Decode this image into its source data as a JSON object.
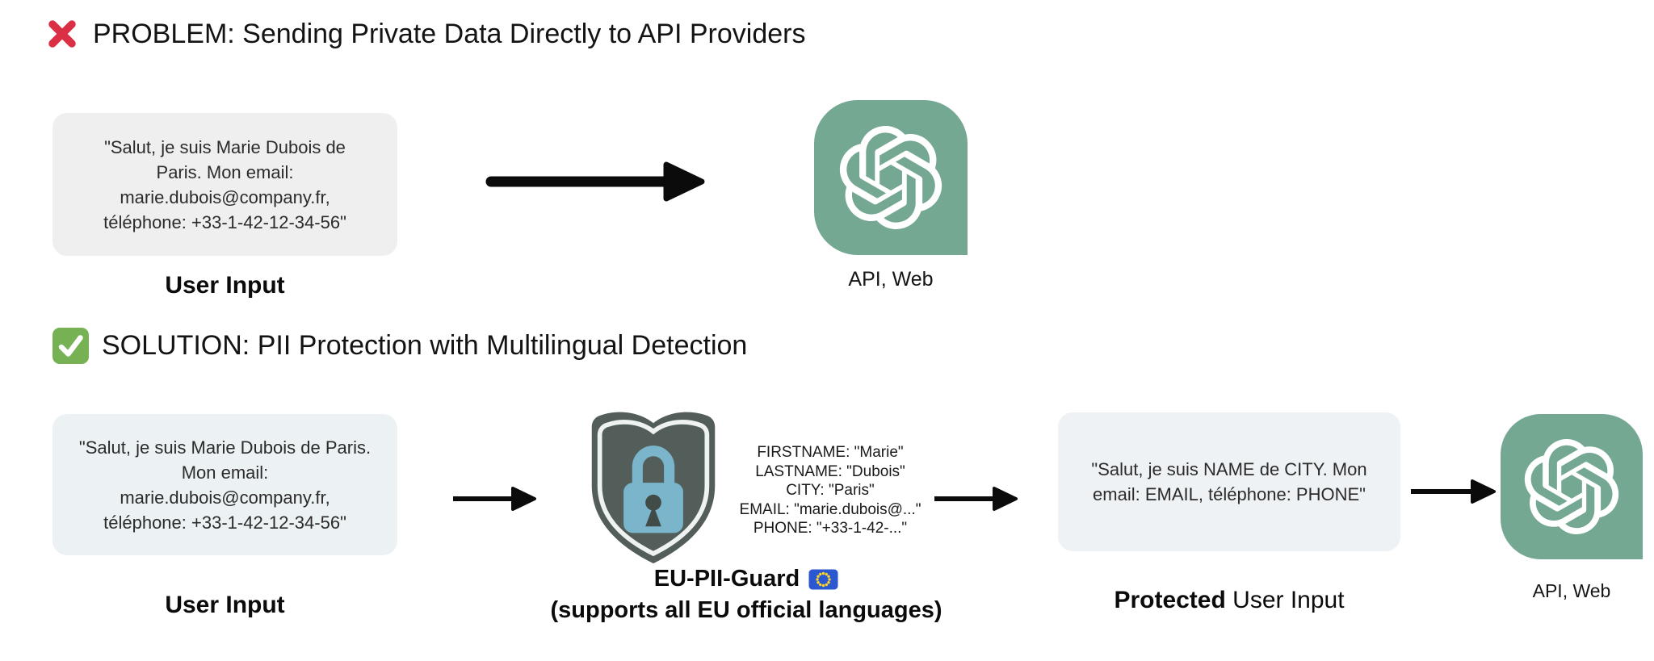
{
  "problem_section": {
    "title": "PROBLEM: Sending Private Data Directly to API Providers",
    "input_box": {
      "lines": [
        "\"Salut, je suis Marie Dubois de",
        "Paris. Mon email:",
        "marie.dubois@company.fr,",
        "téléphone: +33-1-42-12-34-56\""
      ],
      "label": "User Input"
    },
    "provider_label": "API, Web"
  },
  "solution_section": {
    "title": "SOLUTION: PII Protection with Multilingual Detection",
    "input_box": {
      "lines": [
        "\"Salut, je suis Marie Dubois de Paris.",
        "Mon email:",
        "marie.dubois@company.fr,",
        "téléphone: +33-1-42-12-34-56\""
      ],
      "label": "User Input"
    },
    "guard": {
      "name": "EU-PII-Guard",
      "subtitle": "(supports all EU official languages)",
      "detected_fields": [
        "FIRSTNAME: \"Marie\"",
        "LASTNAME: \"Dubois\"",
        "CITY: \"Paris\"",
        "EMAIL: \"marie.dubois@...\"",
        "PHONE: \"+33-1-42-...\""
      ]
    },
    "protected_box": {
      "lines": [
        "\"Salut, je suis NAME de CITY. Mon",
        "email: EMAIL, téléphone: PHONE\""
      ],
      "label_emphasis": "Protected",
      "label_rest": " User Input"
    },
    "provider_label": "API, Web"
  },
  "colors": {
    "openai_green": "#74a892",
    "box_gray": "#efefef",
    "box_blue_gray": "#ecf1f3",
    "protected_box_bg": "#eef2f4",
    "shield_dark": "#535e5a",
    "shield_inner_line": "#eef2f0",
    "lock_blue": "#7ab5cc",
    "cross_red": "#da2f44",
    "check_green": "#76b254",
    "eu_flag_blue": "#2b57d0",
    "eu_star_yellow": "#ffd429",
    "arrow_black": "#0b0b0b"
  }
}
